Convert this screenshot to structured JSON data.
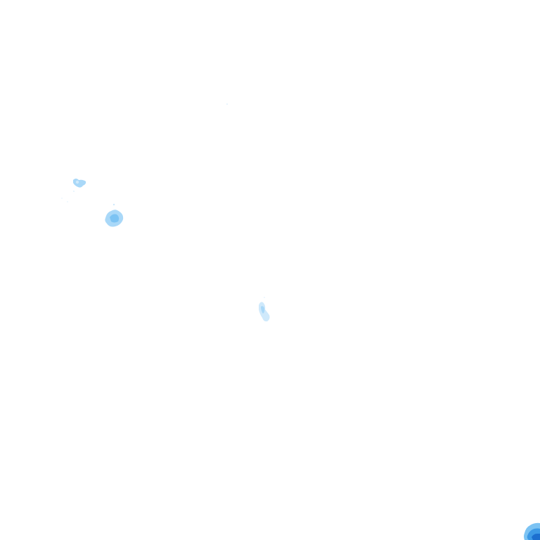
{
  "map": {
    "type": "precipitation-radar-tile",
    "background_color": "#ffffff",
    "legend_colors": {
      "very_light": "#cfe9fb",
      "light": "#a9d8f8",
      "moderate": "#7cc3f3",
      "heavy": "#3d9ae6",
      "intense": "#1c6fcf"
    },
    "echo_intensity_scale": [
      "very_light",
      "light",
      "moderate",
      "heavy",
      "intense"
    ]
  }
}
